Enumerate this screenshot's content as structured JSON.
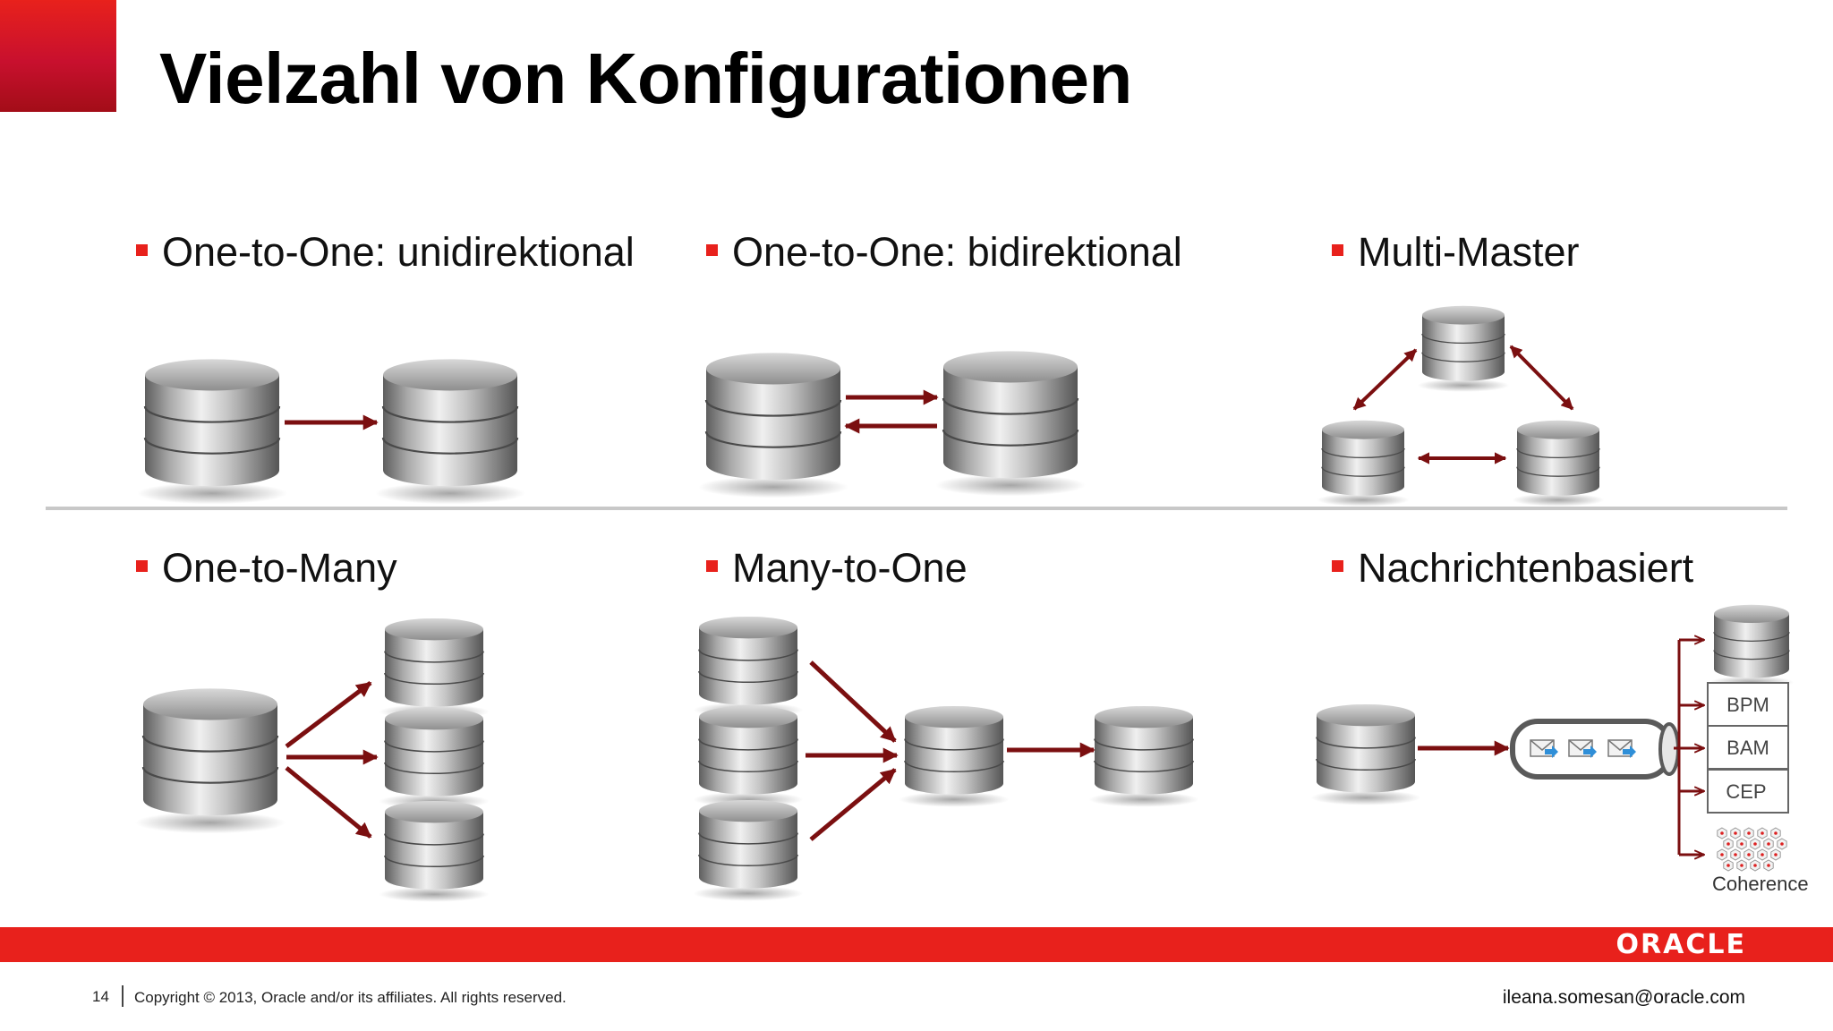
{
  "header": {
    "title": "Vielzahl von Konfigurationen"
  },
  "sections": [
    {
      "label": "One-to-One: unidirektional"
    },
    {
      "label": "One-to-One: bidirektional"
    },
    {
      "label": "Multi-Master"
    },
    {
      "label": "One-to-Many"
    },
    {
      "label": "Many-to-One"
    },
    {
      "label": "Nachrichtenbasiert"
    }
  ],
  "targets": {
    "bpm": "BPM",
    "bam": "BAM",
    "cep": "CEP",
    "coherence": "Coherence"
  },
  "footer": {
    "page_number": "14",
    "copyright": "Copyright © 2013, Oracle and/or its affiliates. All rights reserved.",
    "email": "ileana.somesan@oracle.com",
    "logo": "ORACLE"
  },
  "colors": {
    "accent": "#e8211c",
    "arrow": "#7b0f10",
    "divider": "#c8c8c8"
  }
}
